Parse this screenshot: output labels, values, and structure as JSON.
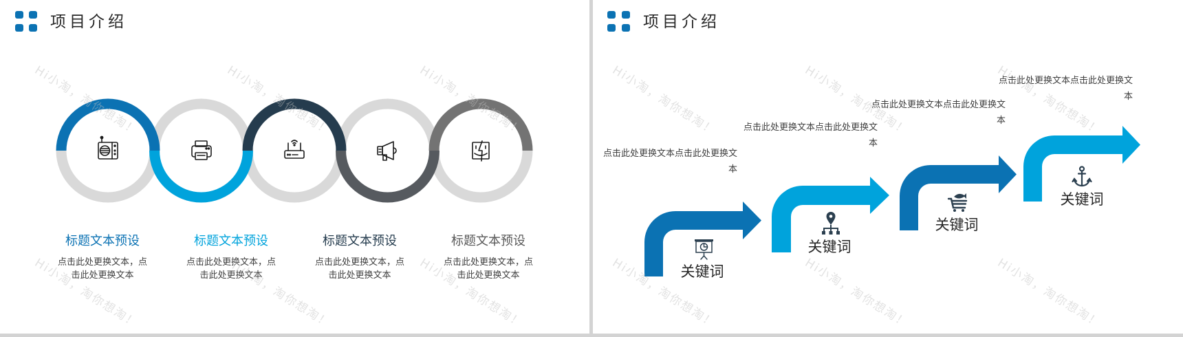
{
  "colors": {
    "logo": "#0b72b3",
    "dark_blue": "#0b72b3",
    "bright_blue": "#00a3dc",
    "navy": "#253c4e",
    "dark_gray": "#565a5f",
    "mid_gray": "#737373",
    "light_gray": "#d9d9d9",
    "left_icon": "#1a1a1a",
    "right_icon": "#2b3f4f"
  },
  "left_slide": {
    "header": {
      "title": "项目介绍",
      "logo_icon": "four-squares-icon"
    },
    "rings": [
      {
        "icon": "radio-icon",
        "top_color": "#0b72b3",
        "bottom_color": "#d9d9d9"
      },
      {
        "icon": "printer-icon",
        "top_color": "#d9d9d9",
        "bottom_color": "#00a3dc"
      },
      {
        "icon": "router-icon",
        "top_color": "#253c4e",
        "bottom_color": "#d9d9d9"
      },
      {
        "icon": "megaphone-icon",
        "top_color": "#d9d9d9",
        "bottom_color": "#565a5f"
      },
      {
        "icon": "finder-icon",
        "top_color": "#737373",
        "bottom_color": "#d9d9d9"
      }
    ],
    "captions": [
      {
        "title": "标题文本预设",
        "title_color": "#0b72b3",
        "desc_lines": [
          "点击此处更换文本，点",
          "击此处更换文本"
        ]
      },
      {
        "title": "标题文本预设",
        "title_color": "#00a3dc",
        "desc_lines": [
          "点击此处更换文本，点",
          "击此处更换文本"
        ]
      },
      {
        "title": "标题文本预设",
        "title_color": "#253c4e",
        "desc_lines": [
          "点击此处更换文本，点",
          "击此处更换文本"
        ]
      },
      {
        "title": "标题文本预设",
        "title_color": "#595959",
        "desc_lines": [
          "点击此处更换文本，点",
          "击此处更换文本"
        ]
      }
    ]
  },
  "right_slide": {
    "header": {
      "title": "项目介绍",
      "logo_icon": "four-squares-icon"
    },
    "steps": [
      {
        "keyword": "关键词",
        "icon": "presentation-board-icon",
        "arrow_color": "#0b72b3",
        "desc_lines": [
          "点击此处更换文本点击此处更换文",
          "本"
        ]
      },
      {
        "keyword": "关键词",
        "icon": "location-org-chart-icon",
        "arrow_color": "#00a3dc",
        "desc_lines": [
          "点击此处更换文本点击此处更换文",
          "本"
        ]
      },
      {
        "keyword": "关键词",
        "icon": "shopping-cart-icon",
        "arrow_color": "#0b72b3",
        "desc_lines": [
          "点击此处更换文本点击此处更换文",
          "本"
        ]
      },
      {
        "keyword": "关键词",
        "icon": "anchor-icon",
        "arrow_color": "#00a3dc",
        "desc_lines": [
          "点击此处更换文本点击此处更换文",
          "本"
        ]
      }
    ]
  },
  "watermark": {
    "text": "Hi小淘，淘你想淘！"
  }
}
